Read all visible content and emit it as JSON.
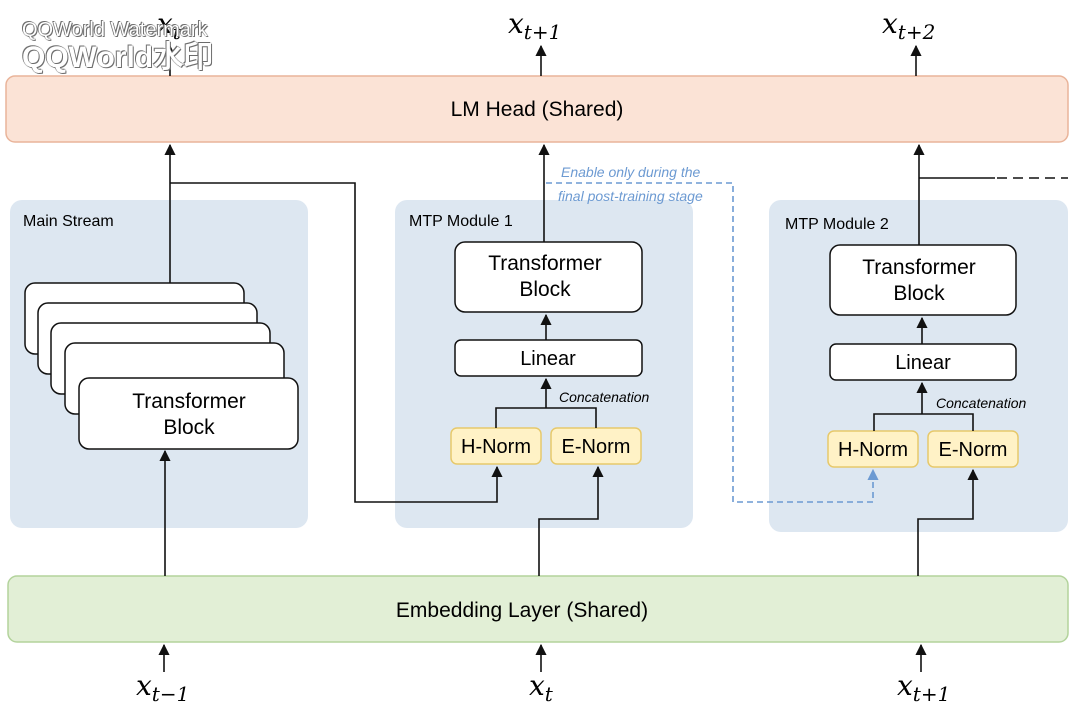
{
  "lm_head": "LM Head (Shared)",
  "embedding": "Embedding Layer (Shared)",
  "main_stream": {
    "title": "Main Stream",
    "block": [
      "Transformer",
      "Block"
    ]
  },
  "mtp1": {
    "title": "MTP Module 1",
    "block": [
      "Transformer",
      "Block"
    ],
    "linear": "Linear",
    "concat": "Concatenation",
    "hnorm": "H-Norm",
    "enorm": "E-Norm"
  },
  "mtp2": {
    "title": "MTP Module 2",
    "block": [
      "Transformer",
      "Block"
    ],
    "linear": "Linear",
    "concat": "Concatenation",
    "hnorm": "H-Norm",
    "enorm": "E-Norm"
  },
  "note": [
    "Enable only during the",
    "final post-training stage"
  ],
  "outputs": [
    {
      "base": "x",
      "sub": "t"
    },
    {
      "base": "x",
      "sub": "t+1"
    },
    {
      "base": "x",
      "sub": "t+2"
    }
  ],
  "inputs": [
    {
      "base": "x",
      "sub": "t−1"
    },
    {
      "base": "x",
      "sub": "t"
    },
    {
      "base": "x",
      "sub": "t+1"
    }
  ],
  "watermark": [
    "QQWorld Watermark",
    "QQWorld水印"
  ],
  "colors": {
    "lm_head_fill": "#fbe3d6",
    "lm_head_stroke": "#e9b49a",
    "embed_fill": "#e2efd6",
    "embed_stroke": "#b3d39c",
    "panel_fill": "#dde7f1",
    "norm_fill": "#fff2c6",
    "norm_stroke": "#e7c96b",
    "note_blue": "#6c9ad2"
  }
}
